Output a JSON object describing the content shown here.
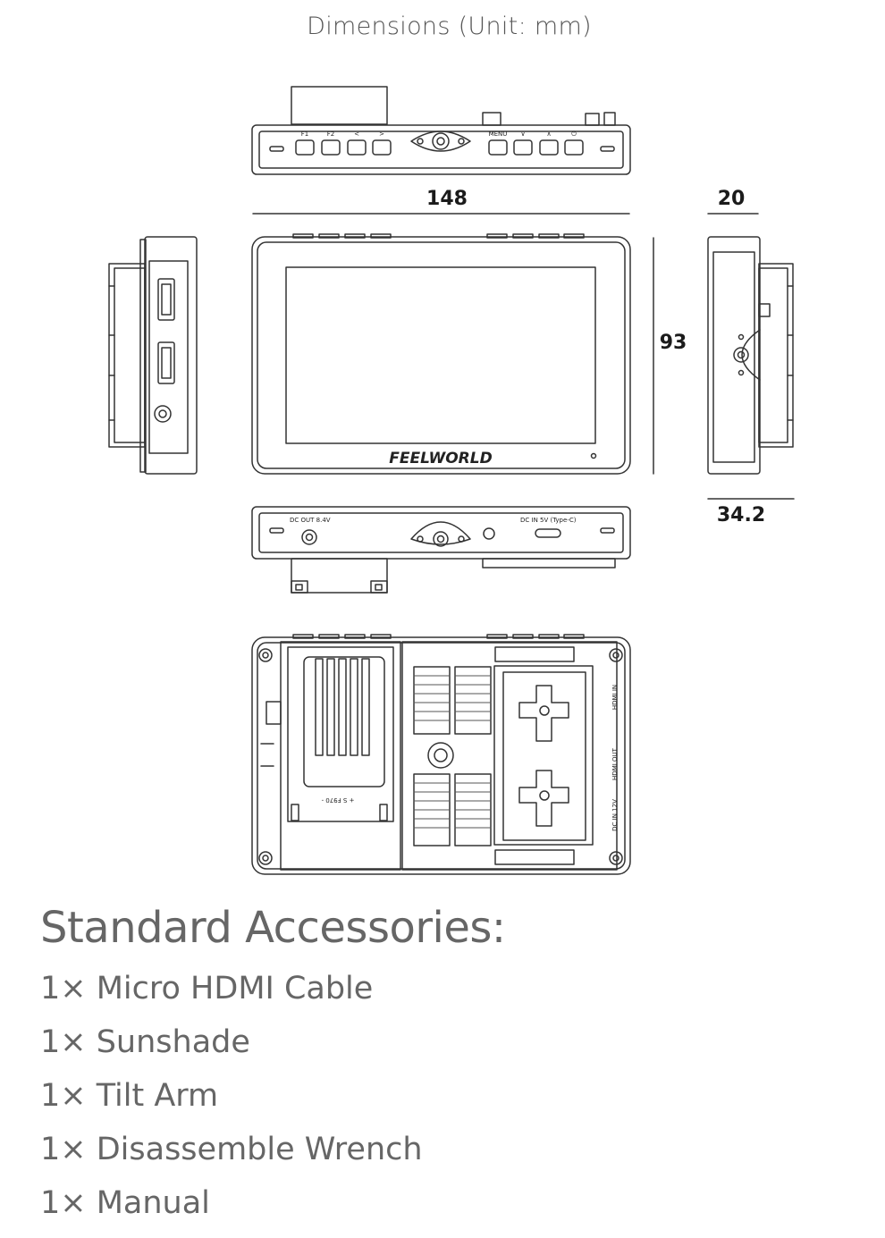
{
  "header": {
    "title": "Dimensions (Unit: mm)"
  },
  "dimensions": {
    "width": "148",
    "height": "93",
    "depth": "20",
    "depth_with_battery": "34.2"
  },
  "top_view": {
    "buttons": [
      "F1",
      "F2",
      "<",
      ">",
      "MENU",
      "∨",
      "∧",
      "⏻"
    ]
  },
  "front_view": {
    "brand": "FEELWORLD"
  },
  "bottom_view": {
    "dc_out": "DC OUT 8.4V",
    "dc_in": "DC IN 5V (Type-C)"
  },
  "back_view": {
    "battery_label": "+   S F970   -",
    "hdmi_in": "HDMI IN",
    "hdmi_out": "HDMI OUT",
    "dc_in": "DC IN 12V"
  },
  "accessories": {
    "title": "Standard Accessories:",
    "items": [
      "1× Micro HDMI Cable",
      "1× Sunshade",
      "1× Tilt Arm",
      "1× Disassemble Wrench",
      "1× Manual"
    ]
  }
}
